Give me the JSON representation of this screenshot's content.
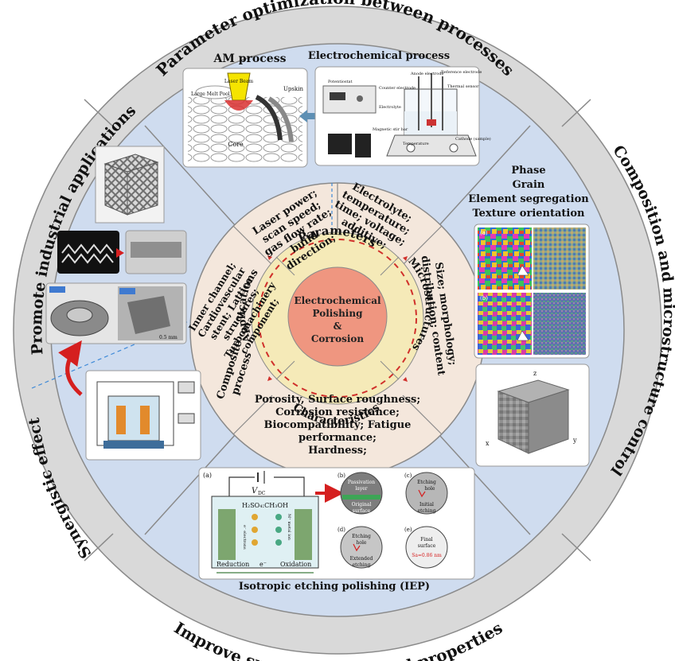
{
  "title": "Electrochemical Polishing & Corrosion",
  "center": {
    "line1": "Electrochemical",
    "line2": "Polishing",
    "line3": "&",
    "line4": "Corrosion"
  },
  "inner_labels": {
    "parameters": "Parameters",
    "microstructures": "Microstructures",
    "characteristics": "Characteristics",
    "applications": "Applications"
  },
  "outer_labels": {
    "top": "Parameter optimization between processes",
    "right": "Composition and microstructure control",
    "bottom": "Improve surface quality and properties",
    "left_upper": "Promote industrial applications",
    "left_lower": "Synergistic effect"
  },
  "segments": {
    "am_params": [
      "Laser power;",
      "scan speed;",
      "gas flow rate;",
      "build",
      "direction;"
    ],
    "ec_params": [
      "Electrolyte;",
      "temperature;",
      "time; voltage;",
      "additive;"
    ],
    "microstructure": [
      "Size; morphology;",
      "distribution; content"
    ],
    "characteristics": [
      "Porosity, Surface roughness;",
      "Corrosion resistance;",
      "Biocompatibility; Fatigue",
      "performance;",
      "Hardness;"
    ],
    "applications": [
      "Inner channel;",
      "Cardiovascular",
      "stent; Lattice",
      "structures;",
      "Turbomachinery",
      "component;"
    ],
    "composite": [
      "Composite",
      "process"
    ]
  },
  "top_panel": {
    "am_title": "AM process",
    "ec_title": "Electrochemical process",
    "am_labels": {
      "laser_beam": "Laser Beam",
      "melt_pool": "Large Melt Pool",
      "upskin": "Upskin",
      "core": "Core"
    },
    "ec_labels": {
      "potentiostat": "Potentiostat",
      "anode": "Anode electrode",
      "reference": "Reference electrode",
      "counter": "Counter electrode",
      "electrolyte": "Electrolyte",
      "thermometer": "Thermal sensor",
      "stir_bar": "Magnetic stir bar",
      "heater": "Temperature",
      "sample": "Cathode (sample)"
    }
  },
  "right_panel": {
    "list": [
      "Phase",
      "Grain",
      "Element segregation",
      "Texture orientation"
    ],
    "ebsd_labels": [
      "(a)",
      "(b)"
    ],
    "cube_axes": {
      "z": "z",
      "x": "x",
      "y": "y"
    }
  },
  "iep_panel": {
    "caption": "Isotropic etching polishing (IEP)",
    "labels": {
      "a": "(a)",
      "b": "(b)",
      "c": "(c)",
      "d": "(d)",
      "e": "(e)",
      "vdc": "V",
      "vdc_sub": "DC",
      "electrolyte": "H₂SO₄:CH₃OH",
      "electrons": "e⁻ electrons",
      "metal_ion": "M⁺ metal ion",
      "reduction": "Reduction",
      "oxidation": "Oxidation",
      "electron_flow": "e⁻",
      "b1": "Passivation",
      "b2": "layer",
      "b3": "Original",
      "b4": "surface",
      "c1": "Etching",
      "c2": "hole",
      "c3": "Initial",
      "c4": "etching",
      "d1": "Etching",
      "d2": "hole",
      "d3": "Extended",
      "d4": "etching",
      "e1": "Final",
      "e2": "surface",
      "e3": "Sa=0.86 nm"
    }
  },
  "left_panel": {
    "scale": "0.5 mm"
  },
  "colors": {
    "outer_ring": "#cfdcef",
    "inner_ring": "#f4e7dc",
    "center_circle": "#ef9680",
    "band": "#f5eab8",
    "dashed": "#d0302b",
    "divider": "#8a8a8a",
    "red_arrow": "#d51f1f"
  }
}
